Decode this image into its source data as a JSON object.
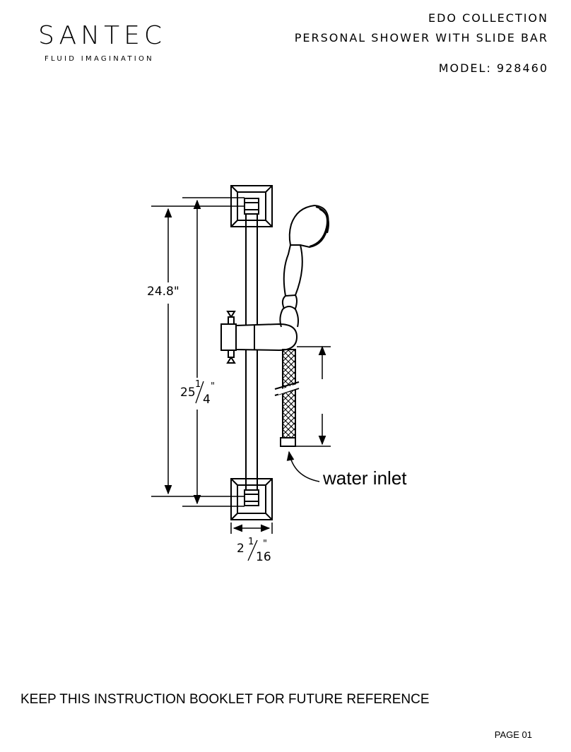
{
  "brand": {
    "name": "SANTEC",
    "tagline": "FLUID IMAGINATION"
  },
  "header": {
    "collection": "EDO COLLECTION",
    "product": "PERSONAL SHOWER WITH SLIDE BAR",
    "model": "MODEL: 928460"
  },
  "diagram": {
    "dim_center_to_center": "24.8\"",
    "dim_overall": {
      "whole": "25",
      "num": "1",
      "den": "4",
      "unit": "\""
    },
    "dim_base_width": {
      "whole": "2",
      "num": "1",
      "den": "16",
      "unit": "\""
    },
    "inlet_label": "water inlet"
  },
  "footer": {
    "notice": "KEEP THIS INSTRUCTION BOOKLET FOR FUTURE REFERENCE",
    "page": "PAGE  01"
  }
}
